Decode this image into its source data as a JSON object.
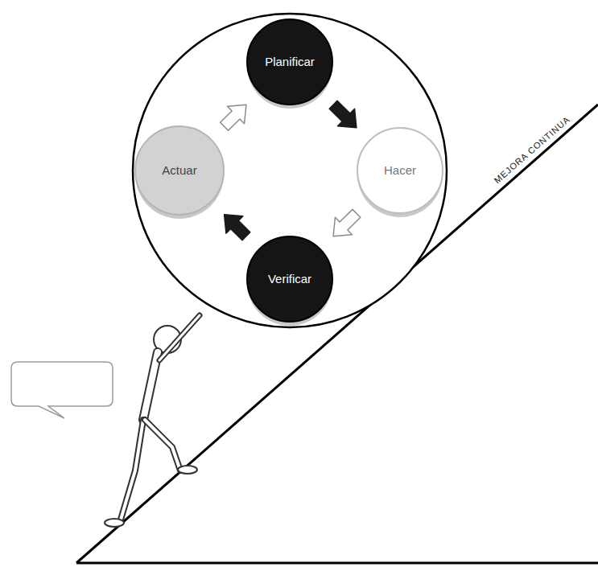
{
  "diagram": {
    "nodes": [
      {
        "text": [
          "Planificar"
        ]
      },
      {
        "text": [
          "Hacer"
        ]
      },
      {
        "text": [
          "Verificar"
        ]
      },
      {
        "text": [
          "Actuar"
        ]
      }
    ],
    "edges": [
      {
        "from": 0,
        "to": 1,
        "arrow": "to"
      },
      {
        "from": 1,
        "to": 2,
        "arrow": "to"
      },
      {
        "from": 2,
        "to": 3,
        "arrow": "to"
      },
      {
        "from": 3,
        "to": 0,
        "arrow": "to"
      }
    ],
    "labels": [
      "MEJORA CONTINUA"
    ]
  }
}
